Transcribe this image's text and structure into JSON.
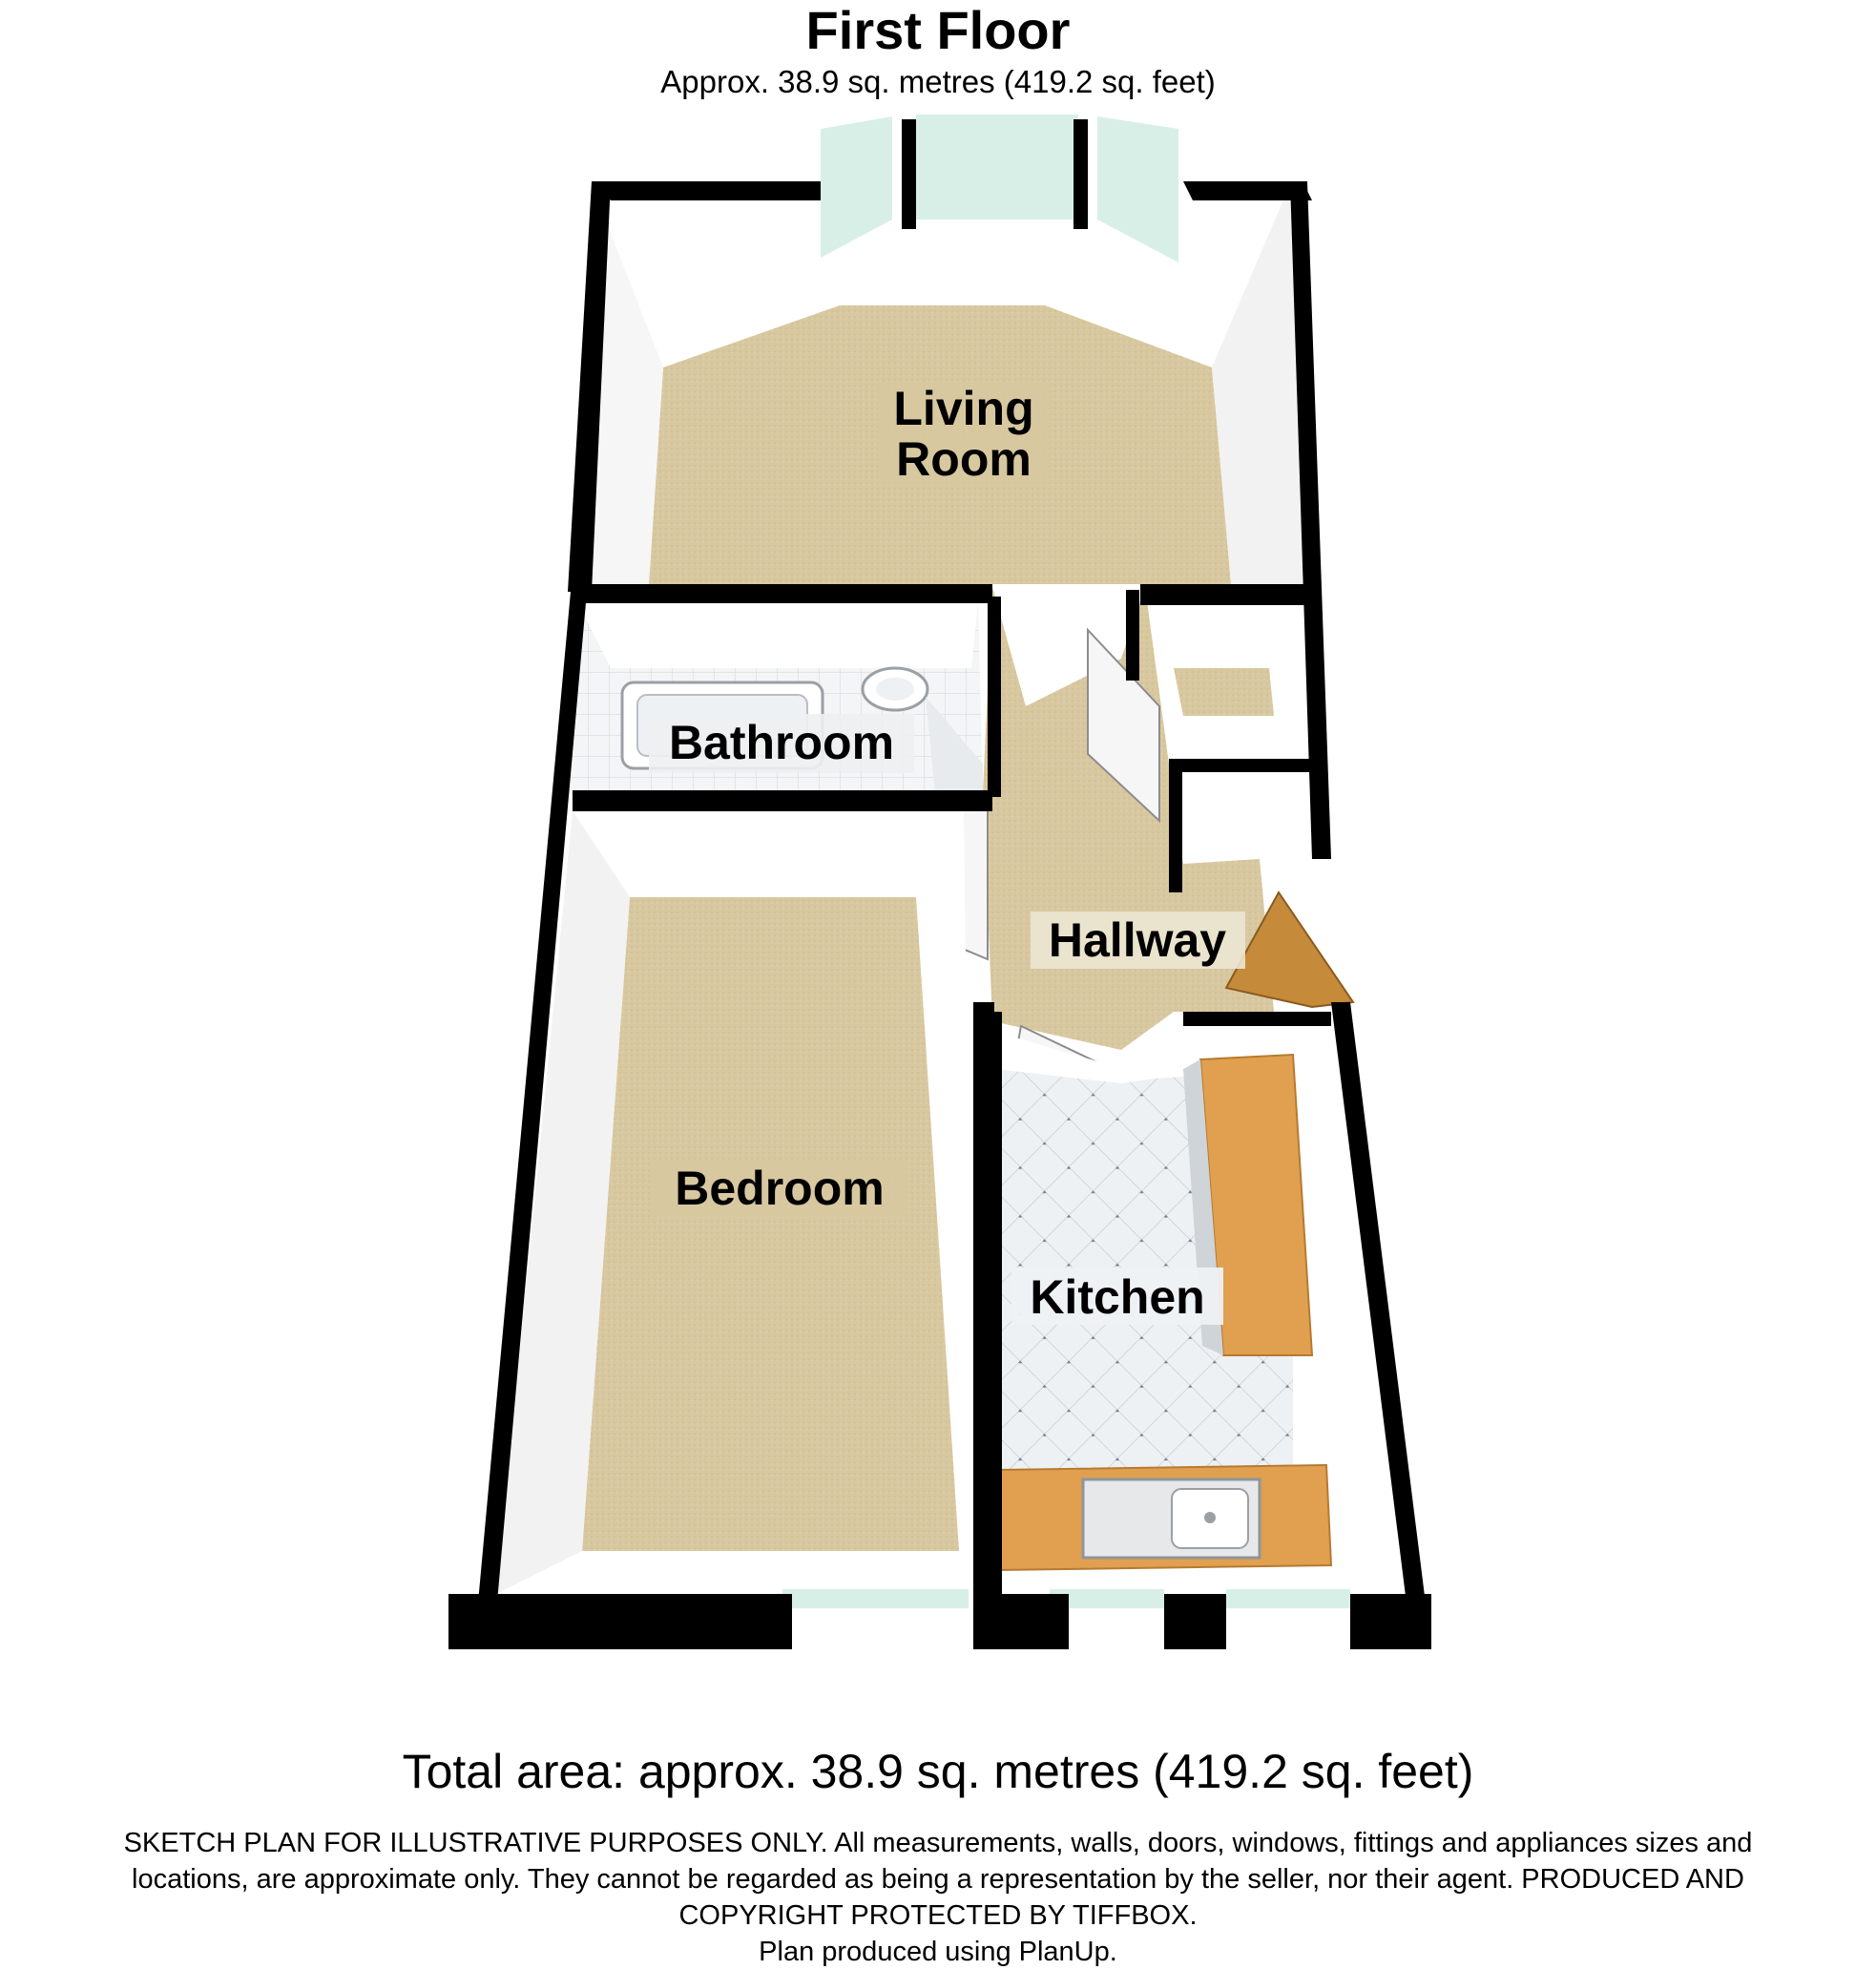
{
  "header": {
    "title": "First Floor",
    "subtitle": "Approx. 38.9 sq. metres (419.2 sq. feet)"
  },
  "rooms": {
    "living_line1": "Living",
    "living_line2": "Room",
    "bathroom": "Bathroom",
    "hallway": "Hallway",
    "bedroom": "Bedroom",
    "kitchen": "Kitchen"
  },
  "footer": {
    "total": "Total area: approx. 38.9 sq. metres (419.2 sq. feet)",
    "disclaimer_1": "SKETCH PLAN FOR ILLUSTRATIVE PURPOSES ONLY. All measurements, walls, doors, windows, fittings and appliances sizes and",
    "disclaimer_2": "locations, are approximate only. They cannot be regarded as being a representation by the seller, nor their agent. PRODUCED AND",
    "disclaimer_3": "COPYRIGHT PROTECTED BY TIFFBOX.",
    "disclaimer_4": "Plan produced using PlanUp."
  },
  "colors": {
    "carpet": "#d8c8a0",
    "wall": "#000000",
    "wall_face": "#ffffff",
    "worktop": "#e0a050",
    "door_wood": "#c58a3a",
    "glass": "#d8efe8"
  }
}
